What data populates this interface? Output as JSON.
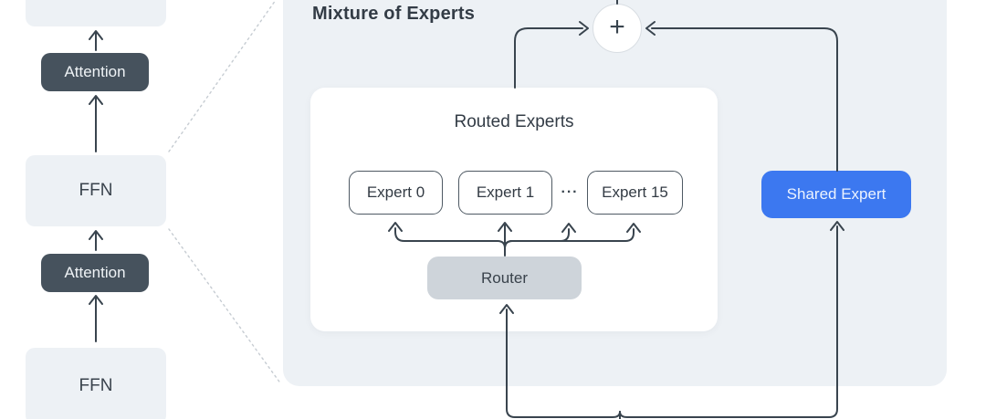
{
  "diagram": {
    "title": "Mixture of Experts",
    "stack": {
      "attention_label": "Attention",
      "ffn_label": "FFN"
    },
    "routed_experts": {
      "title": "Routed Experts",
      "experts": [
        "Expert 0",
        "Expert 1",
        "Expert 15"
      ],
      "ellipsis": "···"
    },
    "router_label": "Router",
    "shared_expert_label": "Shared Expert",
    "sum_symbol": "+",
    "colors": {
      "panel_fill": "#edf1f5",
      "dark_block_fill": "#46525d",
      "router_fill": "#ced4da",
      "shared_expert_blue": "#3c78f0",
      "connector_line": "#39444e",
      "dashed_line": "#c6ccd2",
      "text_dark": "#333c46"
    }
  }
}
